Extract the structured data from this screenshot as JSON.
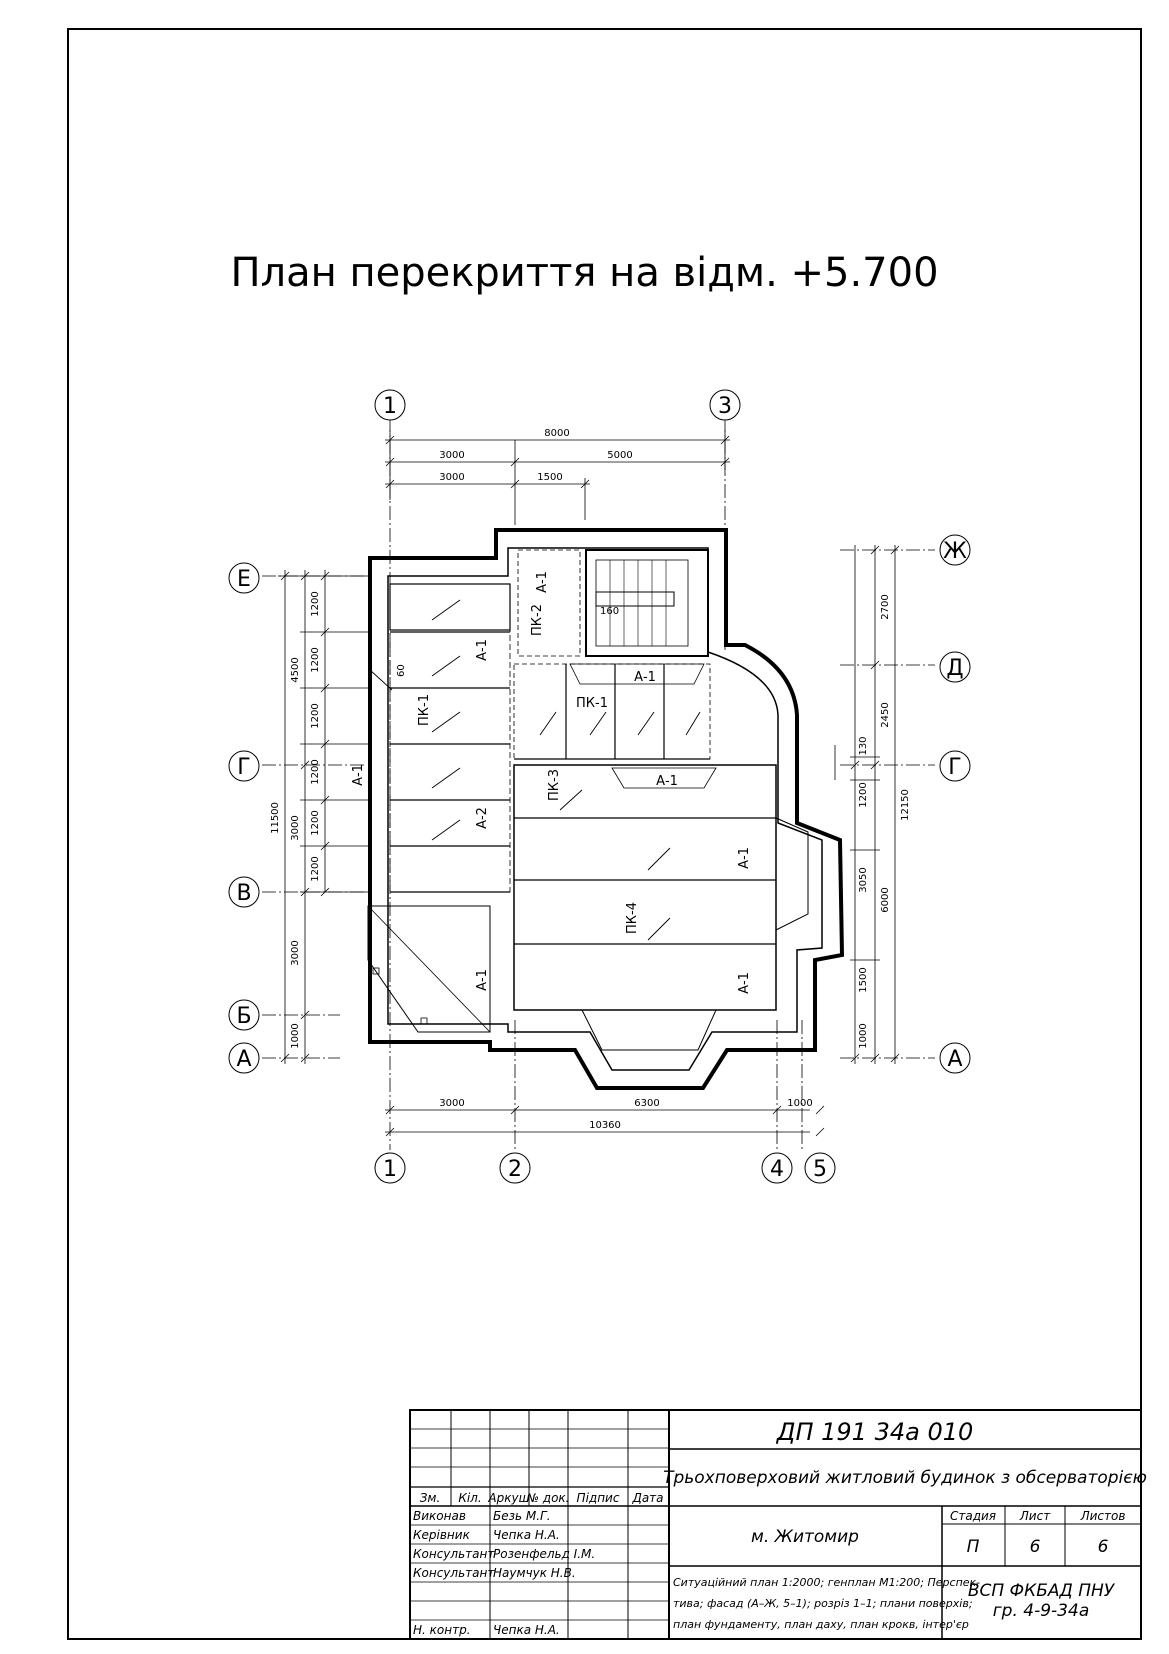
{
  "page": {
    "title": "План перекриття на відм. +5.700"
  },
  "axes": {
    "numbers": [
      "1",
      "2",
      "3",
      "4",
      "5"
    ],
    "letters": [
      "А",
      "Б",
      "В",
      "Г",
      "Д",
      "Е",
      "Ж"
    ]
  },
  "dimensions": {
    "top_total": "8000",
    "top_row1": [
      "3000",
      "5000"
    ],
    "top_row2": [
      "3000",
      "1500"
    ],
    "bottom_row1": [
      "3000",
      "6300",
      "1000"
    ],
    "bottom_total": "10360",
    "left_inner": [
      "1200",
      "1200",
      "1200",
      "1200",
      "1200",
      "1200"
    ],
    "left_mid": [
      "4500",
      "3000",
      "3000",
      "1000"
    ],
    "left_outer": "11500",
    "right_inner": [
      "2700",
      "2450",
      "130",
      "1200",
      "3050",
      "1500",
      "1000"
    ],
    "right_mid": "6000",
    "right_outer": "12150",
    "detail_60": "60",
    "detail_160": "160"
  },
  "labels": {
    "pk1_left": "ПК-1",
    "pk1_mid": "ПК-1",
    "pk2": "ПК-2",
    "pk3": "ПК-3",
    "pk4": "ПК-4",
    "a1": "А-1",
    "a2": "А-2"
  },
  "stamp": {
    "code": "ДП   191   34а   010",
    "project": "Трьохповерховий житловий будинок з обсерваторією",
    "location": "м. Житомир",
    "headers": [
      "Зм.",
      "Кіл.",
      "Аркуш",
      "№ док.",
      "Підпис",
      "Дата"
    ],
    "roles": [
      {
        "role": "Виконав",
        "name": "Безь М.Г."
      },
      {
        "role": "Керівник",
        "name": "Чепка Н.А."
      },
      {
        "role": "Консультант",
        "name": "Розенфельд І.М."
      },
      {
        "role": "Консультант",
        "name": "Наумчук Н.В."
      },
      {
        "role": "Н. контр.",
        "name": "Чепка Н.А."
      }
    ],
    "stage_label": "Стадия",
    "sheet_label": "Лист",
    "sheets_label": "Листов",
    "stage": "П",
    "sheet": "6",
    "sheets": "6",
    "contents": [
      "Ситуаційний план 1:2000; генплан М1:200; Перспек-",
      "тива; фасад (А–Ж, 5–1); розріз 1–1; плани поверхів;",
      "план фундаменту, план даху, план крокв, інтер'єр"
    ],
    "org_line1": "ВСП ФКБАД ПНУ",
    "org_line2": "гр. 4-9-34а"
  }
}
